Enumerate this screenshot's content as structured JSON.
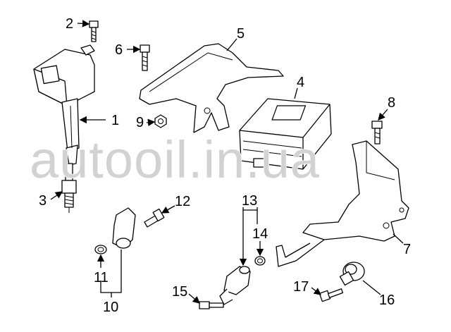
{
  "diagram": {
    "watermark": "autooil.in.ua",
    "callouts": [
      {
        "id": "1",
        "part": "ignition-coil"
      },
      {
        "id": "2",
        "part": "coil-bolt"
      },
      {
        "id": "3",
        "part": "spark-plug"
      },
      {
        "id": "4",
        "part": "engine-control-module"
      },
      {
        "id": "5",
        "part": "ecm-upper-bracket"
      },
      {
        "id": "6",
        "part": "bracket-bolt"
      },
      {
        "id": "7",
        "part": "ecm-lower-bracket"
      },
      {
        "id": "8",
        "part": "lower-bracket-bolt"
      },
      {
        "id": "9",
        "part": "nut"
      },
      {
        "id": "10",
        "part": "camshaft-sensor-assembly"
      },
      {
        "id": "11",
        "part": "o-ring"
      },
      {
        "id": "12",
        "part": "sensor-bolt"
      },
      {
        "id": "13",
        "part": "crankshaft-sensor-assembly"
      },
      {
        "id": "14",
        "part": "o-ring"
      },
      {
        "id": "15",
        "part": "sensor-bolt"
      },
      {
        "id": "16",
        "part": "knock-sensor"
      },
      {
        "id": "17",
        "part": "knock-sensor-bolt"
      }
    ]
  }
}
